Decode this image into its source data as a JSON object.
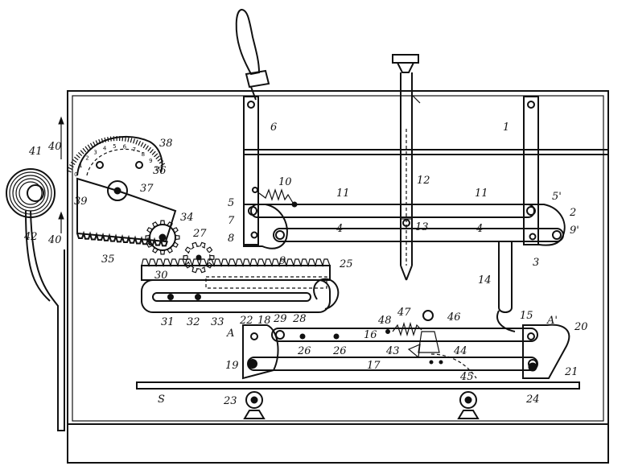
{
  "labels": {
    "l1": "1",
    "l2": "2",
    "l3": "3",
    "l4a": "4",
    "l4b": "4",
    "l5": "5",
    "l5p": "5'",
    "l6": "6",
    "l7": "7",
    "l8": "8",
    "l9": "9",
    "l9p": "9'",
    "l10": "10",
    "l11a": "11",
    "l11b": "11",
    "l12": "12",
    "l13": "13",
    "l14": "14",
    "l15": "15",
    "l16": "16",
    "l17": "17",
    "l18": "18",
    "l19": "19",
    "l20": "20",
    "l21": "21",
    "l22": "22",
    "l23": "23",
    "l24": "24",
    "l25": "25",
    "l26a": "26",
    "l26b": "26",
    "l27": "27",
    "l28": "28",
    "l29": "29",
    "l30": "30",
    "l31": "31",
    "l32": "32",
    "l33": "33",
    "l34": "34",
    "l35": "35",
    "l36": "36",
    "l37": "37",
    "l38": "38",
    "l39": "39",
    "l40a": "40",
    "l40b": "40",
    "l41": "41",
    "l42": "42",
    "l43": "43",
    "l44": "44",
    "l45": "45",
    "l46": "46",
    "l47": "47",
    "l48": "48",
    "lA": "A",
    "lAp": "A'",
    "lS": "S"
  },
  "scale_numbers": [
    "0",
    "1",
    "2",
    "3",
    "4",
    "5",
    "6",
    "7",
    "8",
    "9",
    "10"
  ],
  "colors": {
    "ink": "#111111",
    "paper": "#ffffff"
  }
}
